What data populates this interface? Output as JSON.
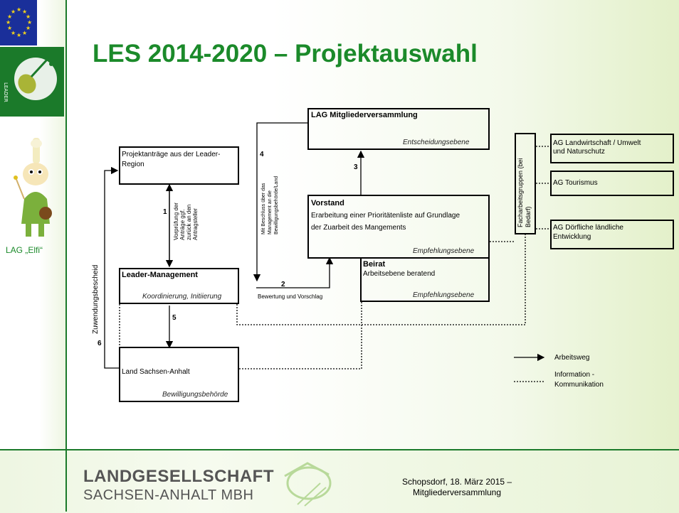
{
  "slide": {
    "title": "LES 2014-2020 – Projektauswahl",
    "sidebar_label": "LAG „Elfi“",
    "footer_company_line1": "LANDGESELLSCHAFT",
    "footer_company_line2": "SACHSEN-ANHALT MBH",
    "footer_place_line1": "Schopsdorf, 18. März 2015 –",
    "footer_place_line2": "Mitgliederversammlung"
  },
  "diagram": {
    "boxes": {
      "mitglieder": {
        "title": "LAG Mitgliederversammlung",
        "role": "Entscheidungsebene"
      },
      "projektantraege": {
        "text1": "Projektanträge aus der Leader-",
        "text2": "Region"
      },
      "vorstand": {
        "title": "Vorstand",
        "text1": "Erarbeitung einer Prioritätenliste auf Grundlage",
        "text2": "der Zuarbeit des Mangements",
        "role": "Empfehlungsebene"
      },
      "beirat": {
        "title": "Beirat",
        "text1": "Arbeitsebene beratend",
        "role": "Empfehlungsebene"
      },
      "leader_management": {
        "title": "Leader-Management",
        "role": "Koordinierung, Initiierung"
      },
      "land": {
        "text1": "Land Sachsen-Anhalt",
        "role": "Bewilligungsbehörde"
      },
      "facharbeitsgruppen": {
        "text1": "Facharbeitsgruppen (bei",
        "text2": "Bedarf)"
      },
      "ag_landwirtschaft": {
        "text1": "AG Landwirtschaft / Umwelt",
        "text2": "und Naturschutz"
      },
      "ag_tourismus": {
        "text1": "AG Tourismus"
      },
      "ag_doerfliche": {
        "text1": "AG Dörfliche ländliche",
        "text2": "Entwicklung"
      }
    },
    "labels": {
      "n1": "1",
      "n2": "2",
      "n3": "3",
      "n4": "4",
      "n5": "5",
      "n6": "6",
      "vorpruefung1": "Vorprüfung der",
      "vorpruefung2": "Anträge ggf.",
      "vorpruefung3": "zurück an den",
      "vorpruefung4": "Antragsteller",
      "beschluss1": "Mit Beschluss über das",
      "beschluss2": "Management an die",
      "beschluss3": "Bewilligungsbehörde/Land",
      "bewertung": "Bewertung und Vorschlag",
      "zuwendung": "Zuwendungsbescheid"
    },
    "legend": {
      "arbeitsweg": "Arbeitsweg",
      "info1": "Information -",
      "info2": "Kommunikation"
    }
  }
}
